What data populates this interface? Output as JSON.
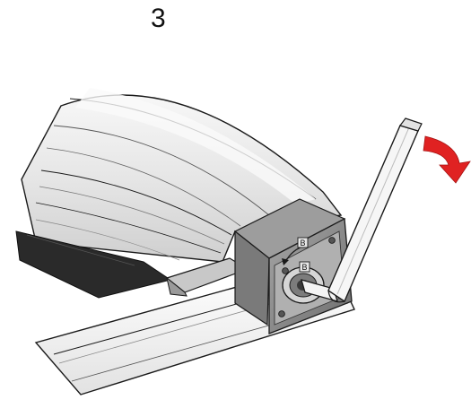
{
  "step": {
    "number": "3"
  },
  "illustration": {
    "subject": "awning-cassette-end-cap-with-hex-key",
    "end_cap_labels": [
      "B",
      "B"
    ],
    "rotation_direction": "clockwise",
    "colors": {
      "arrow": "#e02222",
      "end_cap": "#8c8c8c",
      "profile_light": "#f2f2f2",
      "profile_shade": "#d9d9d9",
      "outline": "#1a1a1a",
      "dark_strip": "#2a2a2a"
    }
  }
}
